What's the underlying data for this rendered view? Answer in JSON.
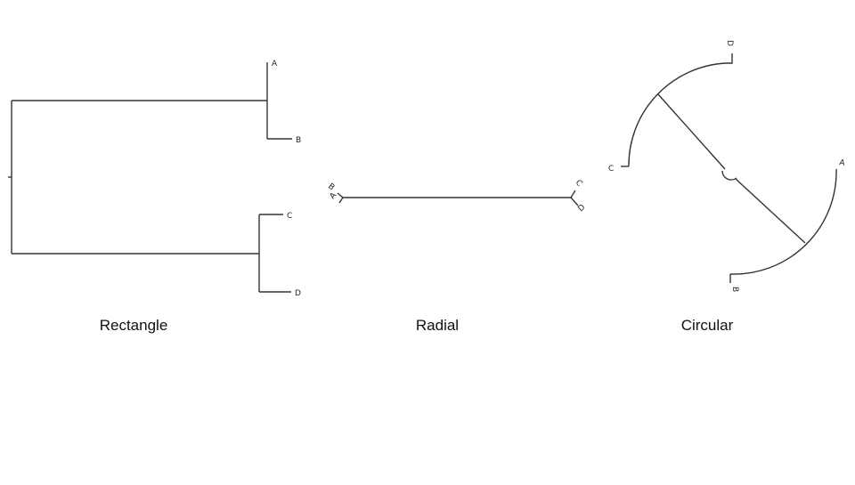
{
  "diagrams": [
    {
      "caption": "Rectangle",
      "leaves": [
        "A",
        "B",
        "C",
        "D"
      ]
    },
    {
      "caption": "Radial",
      "leaves": [
        "A",
        "B",
        "C",
        "D"
      ]
    },
    {
      "caption": "Circular",
      "leaves": [
        "A",
        "B",
        "C",
        "D"
      ]
    }
  ]
}
